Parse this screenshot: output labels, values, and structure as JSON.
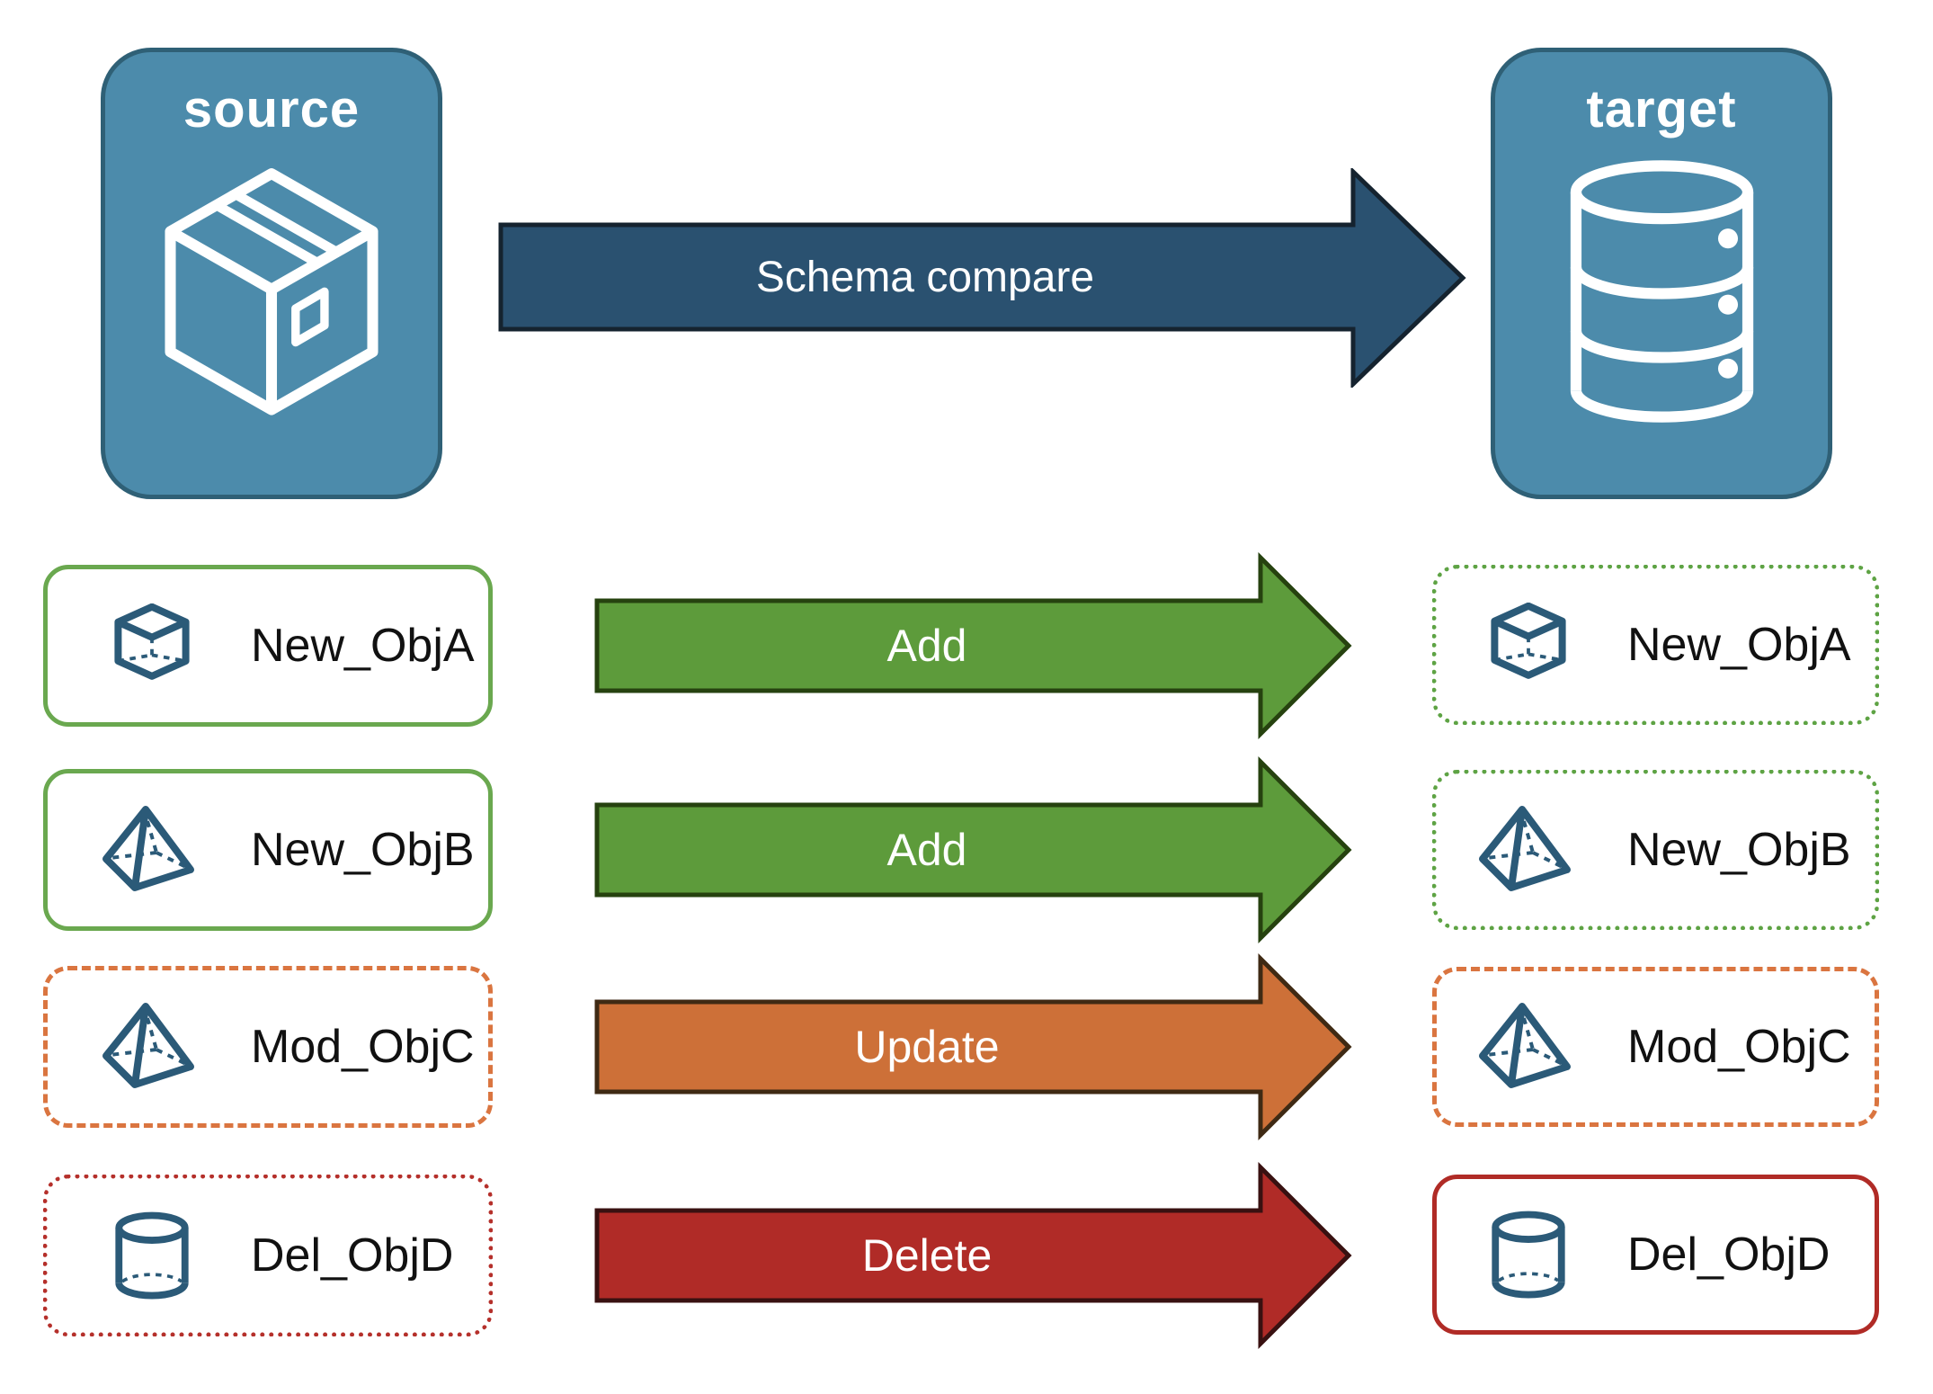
{
  "panels": {
    "source": {
      "label": "source",
      "icon": "package-icon"
    },
    "target": {
      "label": "target",
      "icon": "database-icon"
    }
  },
  "main_arrow": {
    "label": "Schema compare"
  },
  "rows": [
    {
      "left": {
        "icon": "cube-icon",
        "label": "New_ObjA",
        "border_style": "solid green"
      },
      "arrow": {
        "label": "Add",
        "action": "add"
      },
      "right": {
        "icon": "cube-icon",
        "label": "New_ObjA",
        "border_style": "dotted green"
      }
    },
    {
      "left": {
        "icon": "pyramid-icon",
        "label": "New_ObjB",
        "border_style": "solid green"
      },
      "arrow": {
        "label": "Add",
        "action": "add"
      },
      "right": {
        "icon": "pyramid-icon",
        "label": "New_ObjB",
        "border_style": "dotted green"
      }
    },
    {
      "left": {
        "icon": "pyramid-icon",
        "label": "Mod_ObjC",
        "border_style": "dashed orange"
      },
      "arrow": {
        "label": "Update",
        "action": "update"
      },
      "right": {
        "icon": "pyramid-icon",
        "label": "Mod_ObjC",
        "border_style": "dashed orange"
      }
    },
    {
      "left": {
        "icon": "cylinder-icon",
        "label": "Del_ObjD",
        "border_style": "dotted red"
      },
      "arrow": {
        "label": "Delete",
        "action": "delete"
      },
      "right": {
        "icon": "cylinder-icon",
        "label": "Del_ObjD",
        "border_style": "solid red"
      }
    }
  ],
  "colors": {
    "panel_fill": "#4c8bab",
    "panel_border": "#2f6076",
    "schema_arrow_fill": "#2a5170",
    "schema_arrow_border": "#15232f",
    "add_fill": "#5d9b3b",
    "add_border": "#26420f",
    "update_fill": "#cd7038",
    "update_border": "#3f2a14",
    "delete_fill": "#b02b27",
    "delete_border": "#391111",
    "green_solid": "#6aa84f",
    "green_dotted": "#5ea344",
    "orange_dashed": "#da7540",
    "red_dotted": "#b5302b",
    "red_solid": "#b02b26",
    "icon_stroke": "#2b5a78",
    "label_text": "#111111"
  }
}
